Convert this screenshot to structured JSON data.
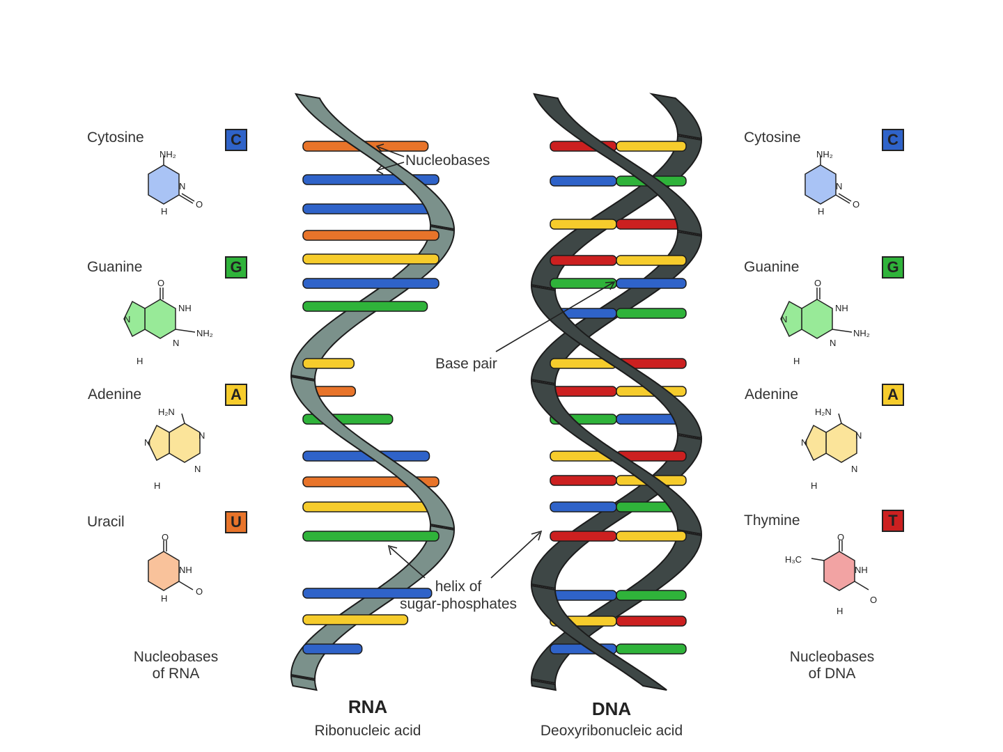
{
  "rna_bases": [
    {
      "name": "Cytosine",
      "letter": "C",
      "color": "#2f63c9",
      "fill": "#a9c3f5"
    },
    {
      "name": "Guanine",
      "letter": "G",
      "color": "#2fb33a",
      "fill": "#98ea98"
    },
    {
      "name": "Adenine",
      "letter": "A",
      "color": "#f6cc2c",
      "fill": "#fbe49a"
    },
    {
      "name": "Uracil",
      "letter": "U",
      "color": "#e8742a",
      "fill": "#f9c29b"
    }
  ],
  "dna_bases": [
    {
      "name": "Cytosine",
      "letter": "C",
      "color": "#2f63c9",
      "fill": "#a9c3f5"
    },
    {
      "name": "Guanine",
      "letter": "G",
      "color": "#2fb33a",
      "fill": "#98ea98"
    },
    {
      "name": "Adenine",
      "letter": "A",
      "color": "#f6cc2c",
      "fill": "#fbe49a"
    },
    {
      "name": "Thymine",
      "letter": "T",
      "color": "#cc2020",
      "fill": "#f2a3a3"
    }
  ],
  "atoms": {
    "nh2": "NH₂",
    "h2n": "H₂N",
    "n": "N",
    "h": "H",
    "o": "O",
    "nh": "NH",
    "h3c": "H₃C"
  },
  "rna_caption": {
    "line1": "Nucleobases",
    "line2": "of RNA"
  },
  "dna_caption": {
    "line1": "Nucleobases",
    "line2": "of DNA"
  },
  "annotations": {
    "nucleobases": "Nucleobases",
    "base_pair": "Base pair",
    "helix_line1": "helix of",
    "helix_line2": "sugar-phosphates"
  },
  "rna_title": "RNA",
  "rna_subtitle": "Ribonucleic acid",
  "dna_title": "DNA",
  "dna_subtitle": "Deoxyribonucleic acid",
  "colors": {
    "rna_backbone": "#7b918b",
    "dna_backbone": "#3e4746",
    "outline": "#1c1c1c"
  }
}
